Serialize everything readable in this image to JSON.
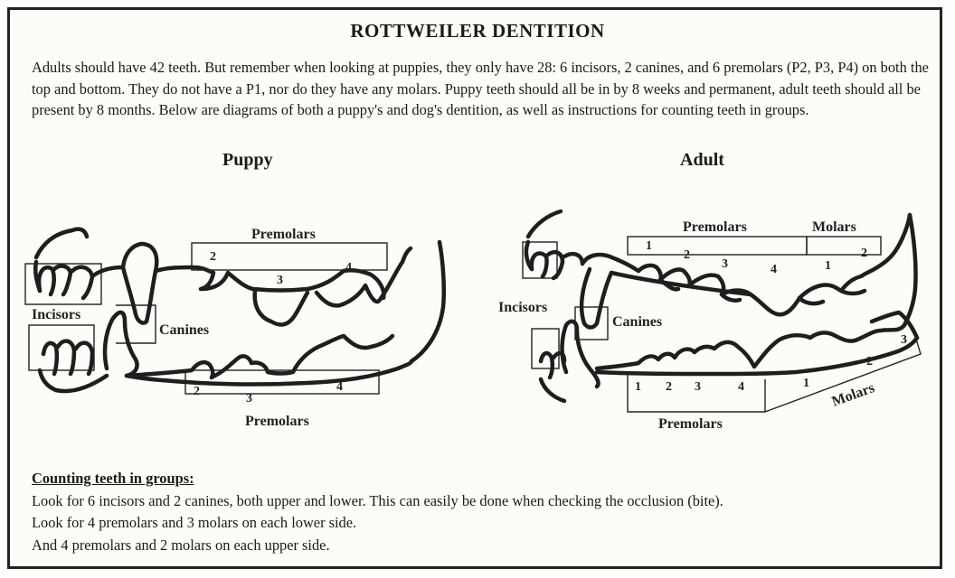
{
  "title": "ROTTWEILER DENTITION",
  "intro": "Adults should have 42 teeth.  But remember when looking at puppies, they only have 28:  6 incisors, 2 canines, and 6 premolars (P2, P3, P4) on both the top and bottom.  They do not have a P1, nor do they have any molars.  Puppy teeth should all be in by 8 weeks and permanent, adult teeth should all be present by 8 months.  Below are diagrams of both a puppy's and dog's dentition, as well as instructions for counting teeth in groups.",
  "puppy": {
    "heading": "Puppy",
    "labels": {
      "premolars_top": "Premolars",
      "premolars_bottom": "Premolars",
      "incisors": "Incisors",
      "canines": "Canines"
    },
    "upper_numbers": [
      "2",
      "3",
      "4"
    ],
    "lower_numbers": [
      "2",
      "3",
      "4"
    ]
  },
  "adult": {
    "heading": "Adult",
    "labels": {
      "premolars_top": "Premolars",
      "molars_top": "Molars",
      "incisors": "Incisors",
      "canines": "Canines",
      "premolars_bottom": "Premolars",
      "molars_bottom": "Molars"
    },
    "upper_premolar_numbers": [
      "1",
      "2",
      "3",
      "4"
    ],
    "upper_molar_numbers": [
      "1",
      "2"
    ],
    "lower_premolar_numbers": [
      "1",
      "2",
      "3",
      "4"
    ],
    "lower_molar_numbers": [
      "1",
      "2",
      "3"
    ]
  },
  "counting": {
    "heading": "Counting teeth in groups:",
    "lines": [
      "Look for 6 incisors and 2 canines, both upper and lower.  This can easily be done when checking the occlusion (bite).",
      "Look for 4 premolars and 3 molars on each lower side.",
      "And 4 premolars and 2 molars on each upper side."
    ]
  }
}
